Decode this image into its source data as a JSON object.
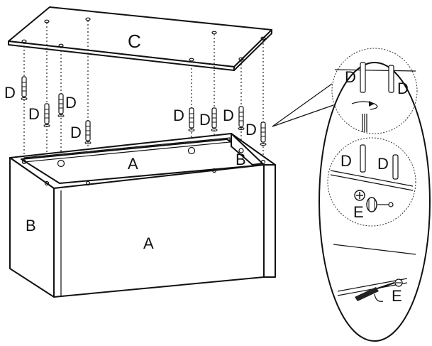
{
  "labels": {
    "top_panel": "C",
    "side_panel_left": "B",
    "side_panel_right": "B",
    "front_panel": "A",
    "back_panel": "A",
    "dowel": "D",
    "cam": "E"
  },
  "colors": {
    "line": "#111111",
    "background": "#ffffff"
  },
  "icons": [
    "dowel-icon",
    "cam-lock-icon",
    "screwdriver-icon",
    "rotate-arrow-icon"
  ]
}
